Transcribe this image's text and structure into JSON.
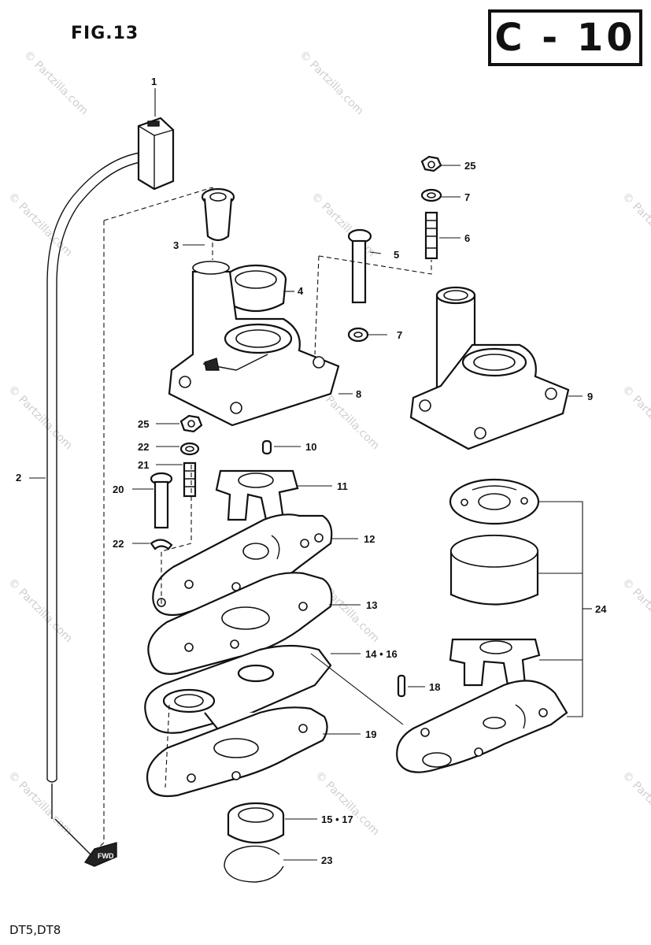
{
  "figure": {
    "title": "FIG.13",
    "section": "C - 10",
    "models": "DT5,DT8"
  },
  "watermark": "© Partzilla.com",
  "labels": {
    "l1": "1",
    "l2": "2",
    "l3": "3",
    "l4": "4",
    "l5": "5",
    "l6": "6",
    "l7a": "7",
    "l7b": "7",
    "l8": "8",
    "l9": "9",
    "l10": "10",
    "l11": "11",
    "l12": "12",
    "l13": "13",
    "l14_16": "14 • 16",
    "l15_17": "15 • 17",
    "l18": "18",
    "l19": "19",
    "l20": "20",
    "l21": "21",
    "l22a": "22",
    "l22b": "22",
    "l23": "23",
    "l24": "24",
    "l25a": "25",
    "l25b": "25"
  },
  "fwd_label": "FWD"
}
